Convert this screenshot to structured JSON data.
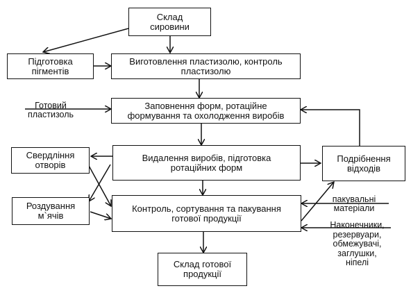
{
  "diagram": {
    "nodes": {
      "raw_storage": "Склад\nсировини",
      "pigment_prep": "Підготовка\nпігментів",
      "plastisol_make": "Виготовлення пластизолю, контроль\nпластизолю",
      "fill_forms": "Заповнення форм, ротаційне\nформування та охолодження виробів",
      "remove_products": "Видалення виробів, підготовка\nротаційних форм",
      "drilling": "Свердління\nотворів",
      "ball_inflation": "Роздування\nм`ячів",
      "waste_grinding": "Подрібнення\nвідходів",
      "control_packing": "Контроль, сортування та пакування\nготової продукції",
      "finished_storage": "Склад готової\nпродукції"
    },
    "inputs": {
      "ready_plastisol": "Готовий\nпластизоль",
      "packing_materials": "пакувальні\nматеріали",
      "components": "Наконечники,\nрезервуари,\nобмежувачі,\nзаглушки,\nніпелі"
    }
  }
}
